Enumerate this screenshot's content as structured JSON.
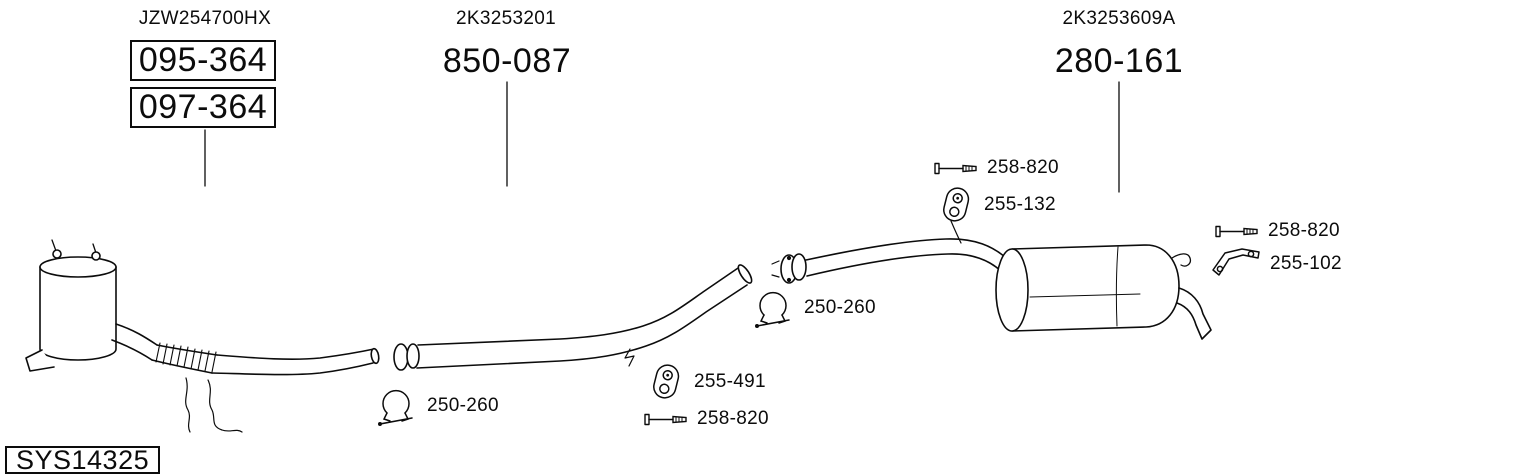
{
  "colors": {
    "ink": "#0c0c0c",
    "background": "#ffffff"
  },
  "diagram": {
    "system_id": "SYS14325",
    "groups": [
      {
        "ref": "JZW254700HX",
        "parts": [
          "095-364",
          "097-364"
        ]
      },
      {
        "ref": "2K3253201",
        "parts": [
          "850-087"
        ]
      },
      {
        "ref": "2K3253609A",
        "parts": [
          "280-161"
        ]
      }
    ],
    "callouts": {
      "rear_hanger_bolt": {
        "label": "258-820",
        "icon": "bolt-icon"
      },
      "rear_rubber_hanger": {
        "label": "255-132",
        "icon": "rubber-hanger-icon"
      },
      "tail_bracket_bolt": {
        "label": "258-820",
        "icon": "bolt-icon"
      },
      "tail_bracket": {
        "label": "255-102",
        "icon": "bracket-icon"
      },
      "rear_pipe_clamp": {
        "label": "250-260",
        "icon": "clamp-icon"
      },
      "front_pipe_clamp": {
        "label": "250-260",
        "icon": "clamp-icon"
      },
      "mid_rubber_hanger": {
        "label": "255-491",
        "icon": "rubber-hanger-icon"
      },
      "mid_hanger_bolt": {
        "label": "258-820",
        "icon": "bolt-icon"
      }
    }
  }
}
